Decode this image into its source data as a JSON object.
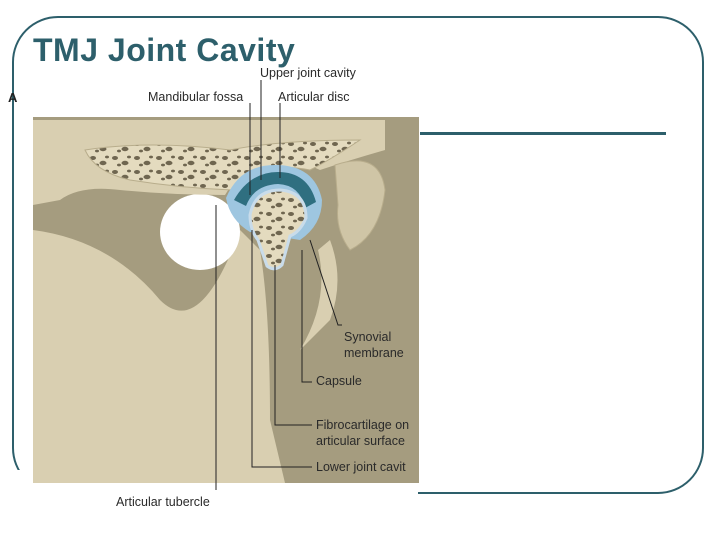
{
  "slide": {
    "title": "TMJ Joint Cavity",
    "theme_color": "#2d5f6b"
  },
  "figure": {
    "panel_letter": "A",
    "labels": {
      "upper_joint_cavity": "Upper joint cavity",
      "mandibular_fossa": "Mandibular fossa",
      "articular_disc": "Articular disc",
      "synovial_membrane_1": "Synovial",
      "synovial_membrane_2": "membrane",
      "capsule": "Capsule",
      "fibrocartilage_1": "Fibrocartilage on",
      "fibrocartilage_2": "articular surface",
      "lower_joint_cavity": "Lower joint cavit",
      "articular_tubercle": "Articular tubercle"
    },
    "colors": {
      "bone": "#ddd3b5",
      "bone_shadow": "#b8ad8c",
      "background_tissue": "#a59c7f",
      "disc": "#2f6f80",
      "cavity": "#9ec6e0",
      "cartilage": "#c9dcea"
    }
  }
}
